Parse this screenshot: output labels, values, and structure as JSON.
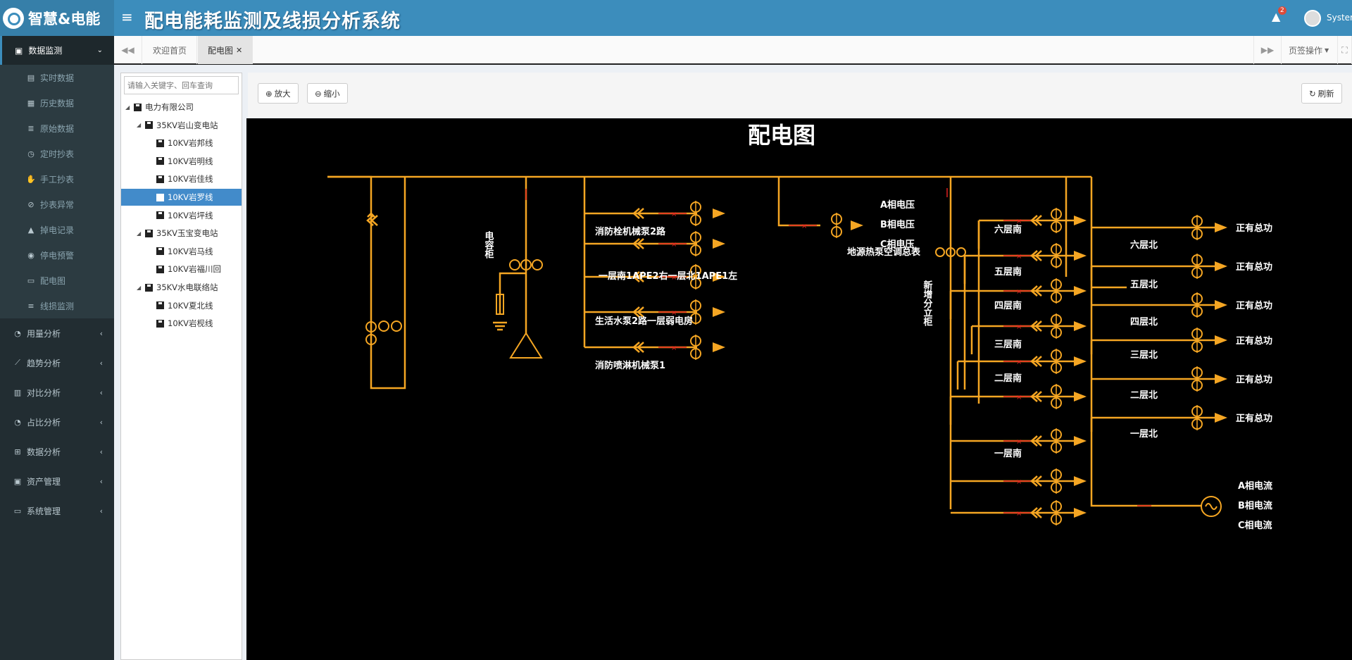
{
  "app": {
    "logo_text": "智慧&电能",
    "title": "配电能耗监测及线损分析系统",
    "alert_count": "2",
    "user_name": "System"
  },
  "sidebar": {
    "active_menu": "数据监测",
    "sub_items": [
      {
        "label": "实时数据",
        "icon": "table-icon"
      },
      {
        "label": "历史数据",
        "icon": "calendar-icon"
      },
      {
        "label": "原始数据",
        "icon": "database-icon"
      },
      {
        "label": "定时抄表",
        "icon": "clock-icon"
      },
      {
        "label": "手工抄表",
        "icon": "hand-icon"
      },
      {
        "label": "抄表异常",
        "icon": "ban-icon"
      },
      {
        "label": "掉电记录",
        "icon": "warning-icon"
      },
      {
        "label": "停电预警",
        "icon": "circle-dot-icon"
      },
      {
        "label": "配电图",
        "icon": "monitor-icon"
      },
      {
        "label": "线损监测",
        "icon": "sliders-icon"
      }
    ],
    "menus": [
      {
        "label": "用量分析",
        "icon": "pie-chart-icon"
      },
      {
        "label": "趋势分析",
        "icon": "line-chart-icon"
      },
      {
        "label": "对比分析",
        "icon": "bar-chart-icon"
      },
      {
        "label": "占比分析",
        "icon": "pie-chart-icon"
      },
      {
        "label": "数据分析",
        "icon": "sitemap-icon"
      },
      {
        "label": "资产管理",
        "icon": "money-icon"
      },
      {
        "label": "系统管理",
        "icon": "desktop-icon"
      }
    ]
  },
  "tabs": [
    {
      "label": "欢迎首页"
    },
    {
      "label": "配电图"
    }
  ],
  "tab_actions": "页签操作",
  "tree": {
    "placeholder": "请输入关键字、回车查询",
    "nodes": [
      {
        "label": "电力有限公司",
        "level": 0
      },
      {
        "label": "35KV岩山变电站",
        "level": 1
      },
      {
        "label": "10KV岩邦线",
        "level": 2
      },
      {
        "label": "10KV岩明线",
        "level": 2
      },
      {
        "label": "10KV岩佳线",
        "level": 2
      },
      {
        "label": "10KV岩罗线",
        "level": 2,
        "selected": true
      },
      {
        "label": "10KV岩坪线",
        "level": 2
      },
      {
        "label": "35KV玉宝变电站",
        "level": 1
      },
      {
        "label": "10KV岩马线",
        "level": 2
      },
      {
        "label": "10KV岩福川回",
        "level": 2
      },
      {
        "label": "35KV水电联络站",
        "level": 1
      },
      {
        "label": "10KV夏北线",
        "level": 2
      },
      {
        "label": "10KV岩枧线",
        "level": 2
      }
    ]
  },
  "toolbar": {
    "zoom_in": "放大",
    "zoom_out": "缩小",
    "refresh": "刷新"
  },
  "diagram": {
    "title": "配电图",
    "capacitor": "电容柜",
    "left_branches": [
      "消防栓机械泵2路",
      "一层南1APE2右一层北1APE1左",
      "生活水泵2路一层弱电房",
      "消防喷淋机械泵1"
    ],
    "heat_pump": "地源热泵空调总表",
    "voltage": [
      {
        "label": "A相电压",
        "color": "#e83030"
      },
      {
        "label": "B相电压",
        "color": "#22aa22"
      },
      {
        "label": "C相电压",
        "color": "#ff8800"
      }
    ],
    "new_cabinet": "新增分立柜",
    "south_floors": [
      "六层南",
      "五层南",
      "四层南",
      "三层南",
      "二层南",
      "一层南"
    ],
    "north_floors": [
      "六层北",
      "五层北",
      "四层北",
      "三层北",
      "二层北",
      "一层北"
    ],
    "total_power_label": "正有总功",
    "current": [
      {
        "label": "A相电流",
        "color": "#ff3344"
      },
      {
        "label": "B相电流",
        "color": "#22aa22"
      },
      {
        "label": "C相电流",
        "color": "#ff8800"
      }
    ]
  }
}
